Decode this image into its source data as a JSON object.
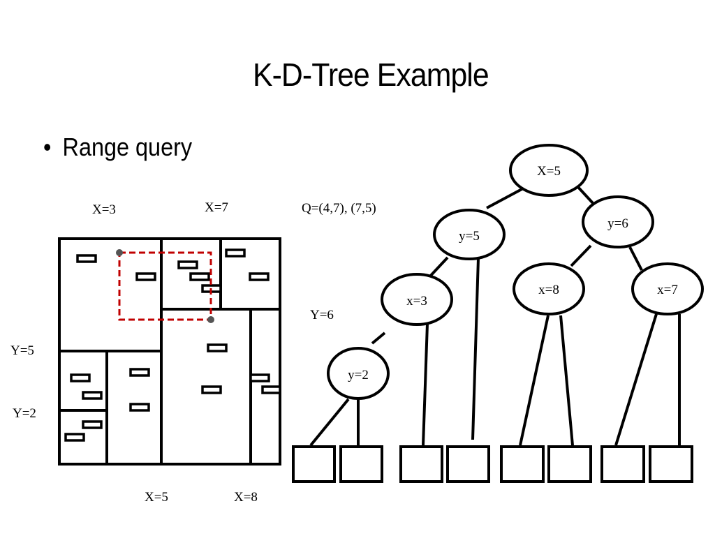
{
  "slide": {
    "title": "K-D-Tree Example",
    "bullet_marker": "•",
    "bullet_text": "Range query"
  },
  "partition": {
    "labels": {
      "x3": "X=3",
      "x7": "X=7",
      "x5": "X=5",
      "x8": "X=8",
      "y5": "Y=5",
      "y2": "Y=2",
      "y6": "Y=6"
    },
    "query_label": "Q=(4,7), (7,5)",
    "query_color": "#c00000",
    "corner_color": "#555555"
  },
  "tree": {
    "nodes": [
      {
        "id": "root",
        "label": "X=5"
      },
      {
        "id": "n-y5",
        "label": "y=5"
      },
      {
        "id": "n-y6",
        "label": "y=6"
      },
      {
        "id": "n-x3",
        "label": "x=3"
      },
      {
        "id": "n-x8",
        "label": "x=8"
      },
      {
        "id": "n-x7",
        "label": "x=7"
      },
      {
        "id": "n-y2",
        "label": "y=2"
      }
    ],
    "leaf_count": 8
  }
}
